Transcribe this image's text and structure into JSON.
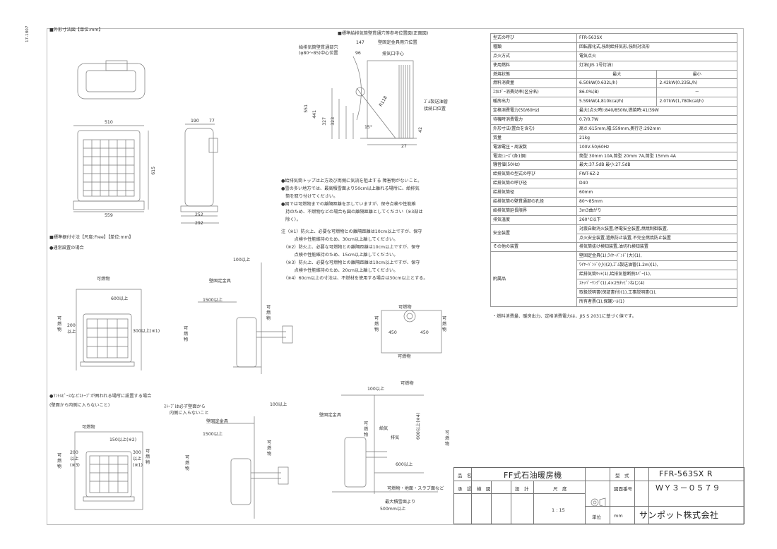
{
  "side_code": "17-1807",
  "section_titles": {
    "outer_dims": "■外形寸法図【単位:mm】",
    "wall_hole": "■標準給排気筒壁貫通穴等参考位置図(正面図)",
    "install_dims": "■標準据付寸法【尺度:Free】【単位:mm】",
    "normal_case": "●通常設置の場合",
    "mantel_case": "●ﾏﾝﾄﾙﾋﾟｰｽなどｽﾄｰﾌﾞが囲われる場所に設置する場合",
    "mantel_sub": "(壁面から内側に入らないこと)"
  },
  "outer_dims": {
    "width": "510",
    "height": "615",
    "base": "559",
    "side_top1": "190",
    "side_top2": "77",
    "side_bottom1": "252",
    "side_bottom2": "292"
  },
  "wall_hole": {
    "label_hole": "給排気筒壁貫通部穴",
    "label_hole2": "(φ80～85)中心位置",
    "label_bracket": "壁固定金具用穴位置",
    "label_exhaust": "排気口中心",
    "label_hose1": "ｺﾞﾑ製送油管",
    "label_hose2": "接続口位置",
    "d147": "147",
    "d96": "96",
    "d551": "551",
    "d441": "441",
    "d327": "327",
    "d323": "323",
    "r118": "R118",
    "a15": "15°",
    "d42": "42",
    "d27": "27"
  },
  "notes": [
    "●給排気筒トップは上方及び両側に気流を阻止する 障害物がないこと。",
    "●雪の多い地方では、最高積雪面より50cm以上離れる場所に、給排気",
    "　筒を取り付けてください。",
    "●図では可燃物までの離隔距離を示していますが、保守点検や性能維",
    "　持のため、不燃物などの場合も図の離隔距離としてください（※3部は",
    "　除く）。",
    "注（※1）防火上、必要な可燃物との離隔距離は10cm以上ですが、保守",
    "　　　点検や性能維持のため、30cm以上離してください。",
    "　（※2）防火上、必要な可燃物との離隔距離は10cm以上ですが、保守",
    "　　　点検や性能維持のため、15cm以上離してください。",
    "　（※3）防火上、必要な可燃物との離隔距離は10cm以上ですが、保守",
    "　　　点検や性能維持のため、20cm以上離してください。",
    "　（※4）60cm以上の寸法は、不燃材を使用する場合は30cm以上とする。"
  ],
  "install_labels": {
    "combustible": "可燃物",
    "combustible_v": "可 燃 物",
    "d600": "600以上",
    "d200": "200",
    "d200b": "以上",
    "d300": "300以上(※1)",
    "d100": "100以上",
    "bracket": "壁固定金具",
    "d1500": "1500以上",
    "d450a": "450",
    "d450b": "450",
    "d150": "150以上(※2)",
    "d200m": "200",
    "d200m2": "以上",
    "d200m3": "(※3)",
    "d300m": "300",
    "d300m2": "以上",
    "d300m3": "(※1)",
    "stove_note1": "ｽﾄｰﾌﾞは必ず壁面から",
    "stove_note2": "内側に入らないこと",
    "intake": "給気",
    "exhaust": "排気",
    "d600v": "600以上(※4)",
    "floor_note": "可燃物・地面・スラブ面など",
    "snow_note1": "最大積雪面より",
    "snow_note2": "500mm以上"
  },
  "spec_rows": [
    {
      "label": "型式の呼び",
      "value": "FFR-563SX"
    },
    {
      "label": "種類",
      "value": "回転霧化式,強制給排気形,強制対流形"
    },
    {
      "label": "点火方式",
      "value": "電気点火"
    },
    {
      "label": "使用燃料",
      "value": "灯油(JIS 1号灯油)"
    },
    {
      "label": "燃焼状態",
      "max": "最大",
      "min": "最小"
    },
    {
      "label": "燃料消費量",
      "max": "6.50kW(0.632L/h)",
      "min": "2.42kW(0.235L/h)"
    },
    {
      "label": "ｴﾈﾙｷﾞｰ消費効率(区分名)",
      "max": "86.0%(B)",
      "min": "－"
    },
    {
      "label": "暖房出力",
      "max": "5.59kW(4,810kcal/h)",
      "min": "2.07kW(1,780kcal/h)"
    },
    {
      "label": "定格消費電力(50/60Hz)",
      "value": "最大(点火時):840/850W,燃焼時:41/39W"
    },
    {
      "label": "待機時消費電力",
      "value": "0.7/0.7W"
    },
    {
      "label": "外形寸法(置台を含む)",
      "value": "高さ:615mm,幅:559mm,奥行き:292mm"
    },
    {
      "label": "質量",
      "value": "21kg"
    },
    {
      "label": "電源電圧・周波数",
      "value": "100V-50/60Hz"
    },
    {
      "label": "電流ﾋｭｰｽﾞ(各1個)",
      "value": "筒型 30mm 10A,筒型 20mm 7A,筒型 15mm 4A"
    },
    {
      "label": "騒音値(50Hz)",
      "value": "最大:37.5dB 最小:27.5dB"
    },
    {
      "label": "給排気筒の型式の呼び",
      "value": "FWT-6Z-2"
    },
    {
      "label": "給排気筒の呼び径",
      "value": "D40"
    },
    {
      "label": "給排気筒径",
      "value": "60mm"
    },
    {
      "label": "給排気筒の壁貫通部の孔径",
      "value": "80～85mm"
    },
    {
      "label": "給排気筒延長限界",
      "value": "3m3曲がり"
    },
    {
      "label": "排気温度",
      "value": "260°C以下"
    }
  ],
  "spec_safety": {
    "label": "安全装置",
    "line1": "対震自動消火装置,停電安全装置,燃焼制御装置,",
    "line2": "点火安全装置,過熱防止装置,不完全燃焼防止装置"
  },
  "spec_other": {
    "label": "その他の装置",
    "value": "排気筒抜け検知装置,油切れ検知装置"
  },
  "spec_accessories": {
    "label": "附属品",
    "lines": [
      "壁固定金具(1),ﾜｲﾔｰﾊﾞﾝﾄﾞ(大)(1),",
      "ﾜｲﾔｰﾊﾞﾝﾄﾞ(小)(2),ｺﾞﾑ製送油管(1.2m)(1),",
      "給排気筒ｾｯﾄ(1),給排気管断熱ｶﾊﾞｰ(1),",
      "ｽﾄｯﾊﾟｰﾘﾝｸﾞ(1),4×25ﾀｯﾋﾟﾝねじ(4)",
      "取扱説明書(保証書付)(1),工事説明書(1),",
      "所有者票(1),保護ｼｰﾙ(1)"
    ]
  },
  "spec_footnote": "・燃料消費量、暖房出力、定格消費電力は、JIS S 2031に基づく値です。",
  "title_block": {
    "name_label": "品　名",
    "product_name": "FF式石油暖房機",
    "model_label": "型　式",
    "model": "FFR-563SX R",
    "approve": "承　認",
    "check": "検　図",
    "design": "設　計",
    "scale_label": "尺　度",
    "drawing_no_label": "図面番号",
    "drawing_no": "ＷＹ３－０５７９",
    "scale": "1 : 15",
    "unit_label": "単位",
    "unit": "mm",
    "company": "サンポット株式会社"
  }
}
